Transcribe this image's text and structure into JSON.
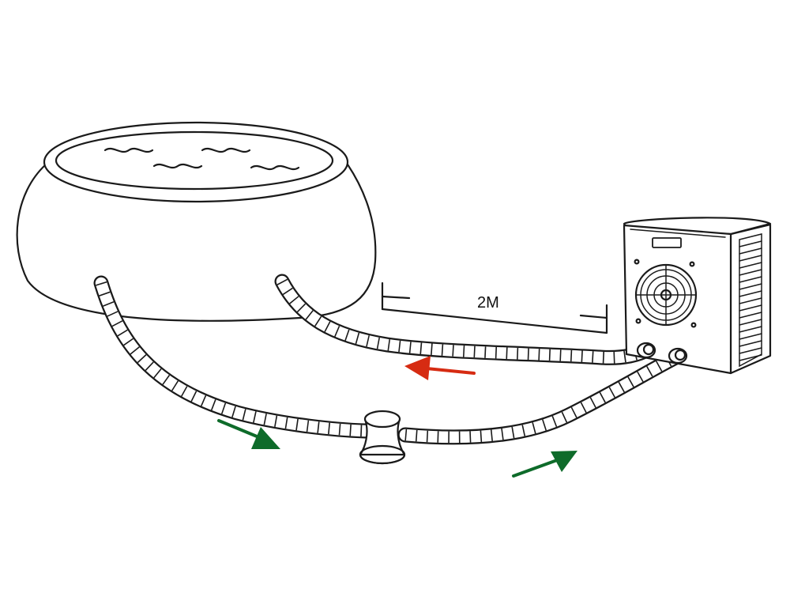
{
  "dimension": {
    "label": "2M"
  },
  "colors": {
    "return_arrow": "#d62b12",
    "flow_arrow": "#0e6b2a",
    "line": "#1a1a1a",
    "background": "#ffffff"
  },
  "icons": [
    "spa-pool",
    "heat-pump",
    "filter-pump",
    "hose",
    "flow-arrow"
  ]
}
